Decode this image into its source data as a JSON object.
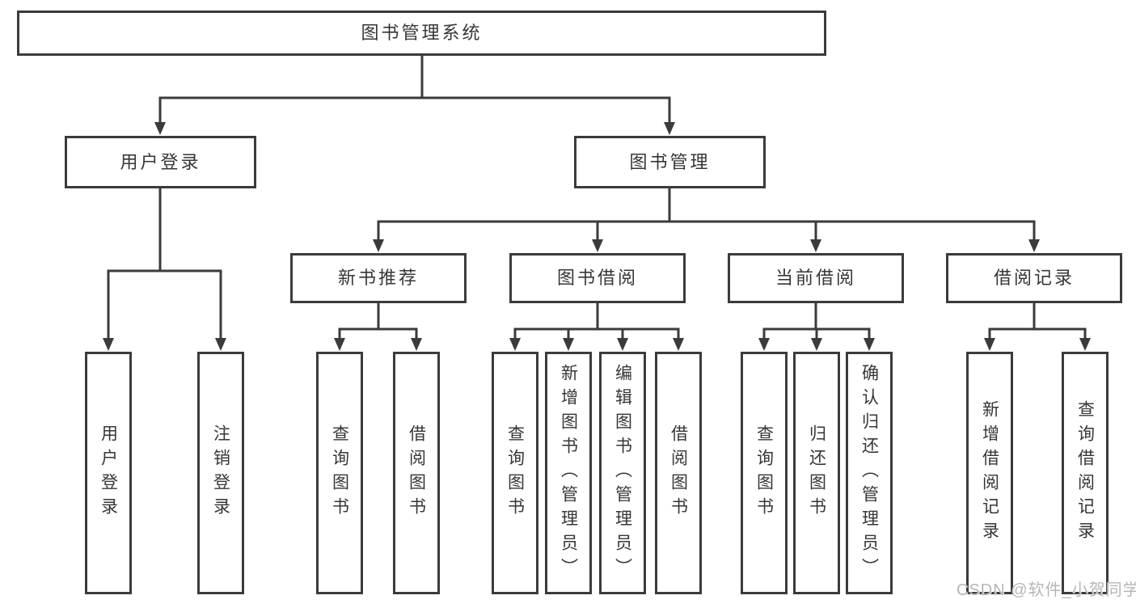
{
  "diagram": {
    "root_label": "图书管理系统",
    "level2": {
      "user_login": "用户登录",
      "book_management": "图书管理"
    },
    "level3": {
      "new_book_recommend": "新书推荐",
      "book_borrowing": "图书借阅",
      "current_borrowing": "当前借阅",
      "borrowing_records": "借阅记录"
    },
    "leaves": {
      "user_login_children": [
        "用户登录",
        "注销登录"
      ],
      "new_book_children": [
        "查询图书",
        "借阅图书"
      ],
      "book_borrowing_children": [
        "查询图书",
        "新增图书（管理员）",
        "编辑图书（管理员）",
        "借阅图书"
      ],
      "current_borrowing_children": [
        "查询图书",
        "归还图书",
        "确认归还（管理员）"
      ],
      "borrowing_records_children": [
        "新增借阅记录",
        "查询借阅记录"
      ]
    }
  },
  "watermark": {
    "text": "CSDN @软件_小贺同学"
  },
  "colors": {
    "line": "#3b3b3b",
    "text": "#363636",
    "box_background": "#ffffff",
    "watermark": "#b2b2b2",
    "background": "#ffffff"
  }
}
